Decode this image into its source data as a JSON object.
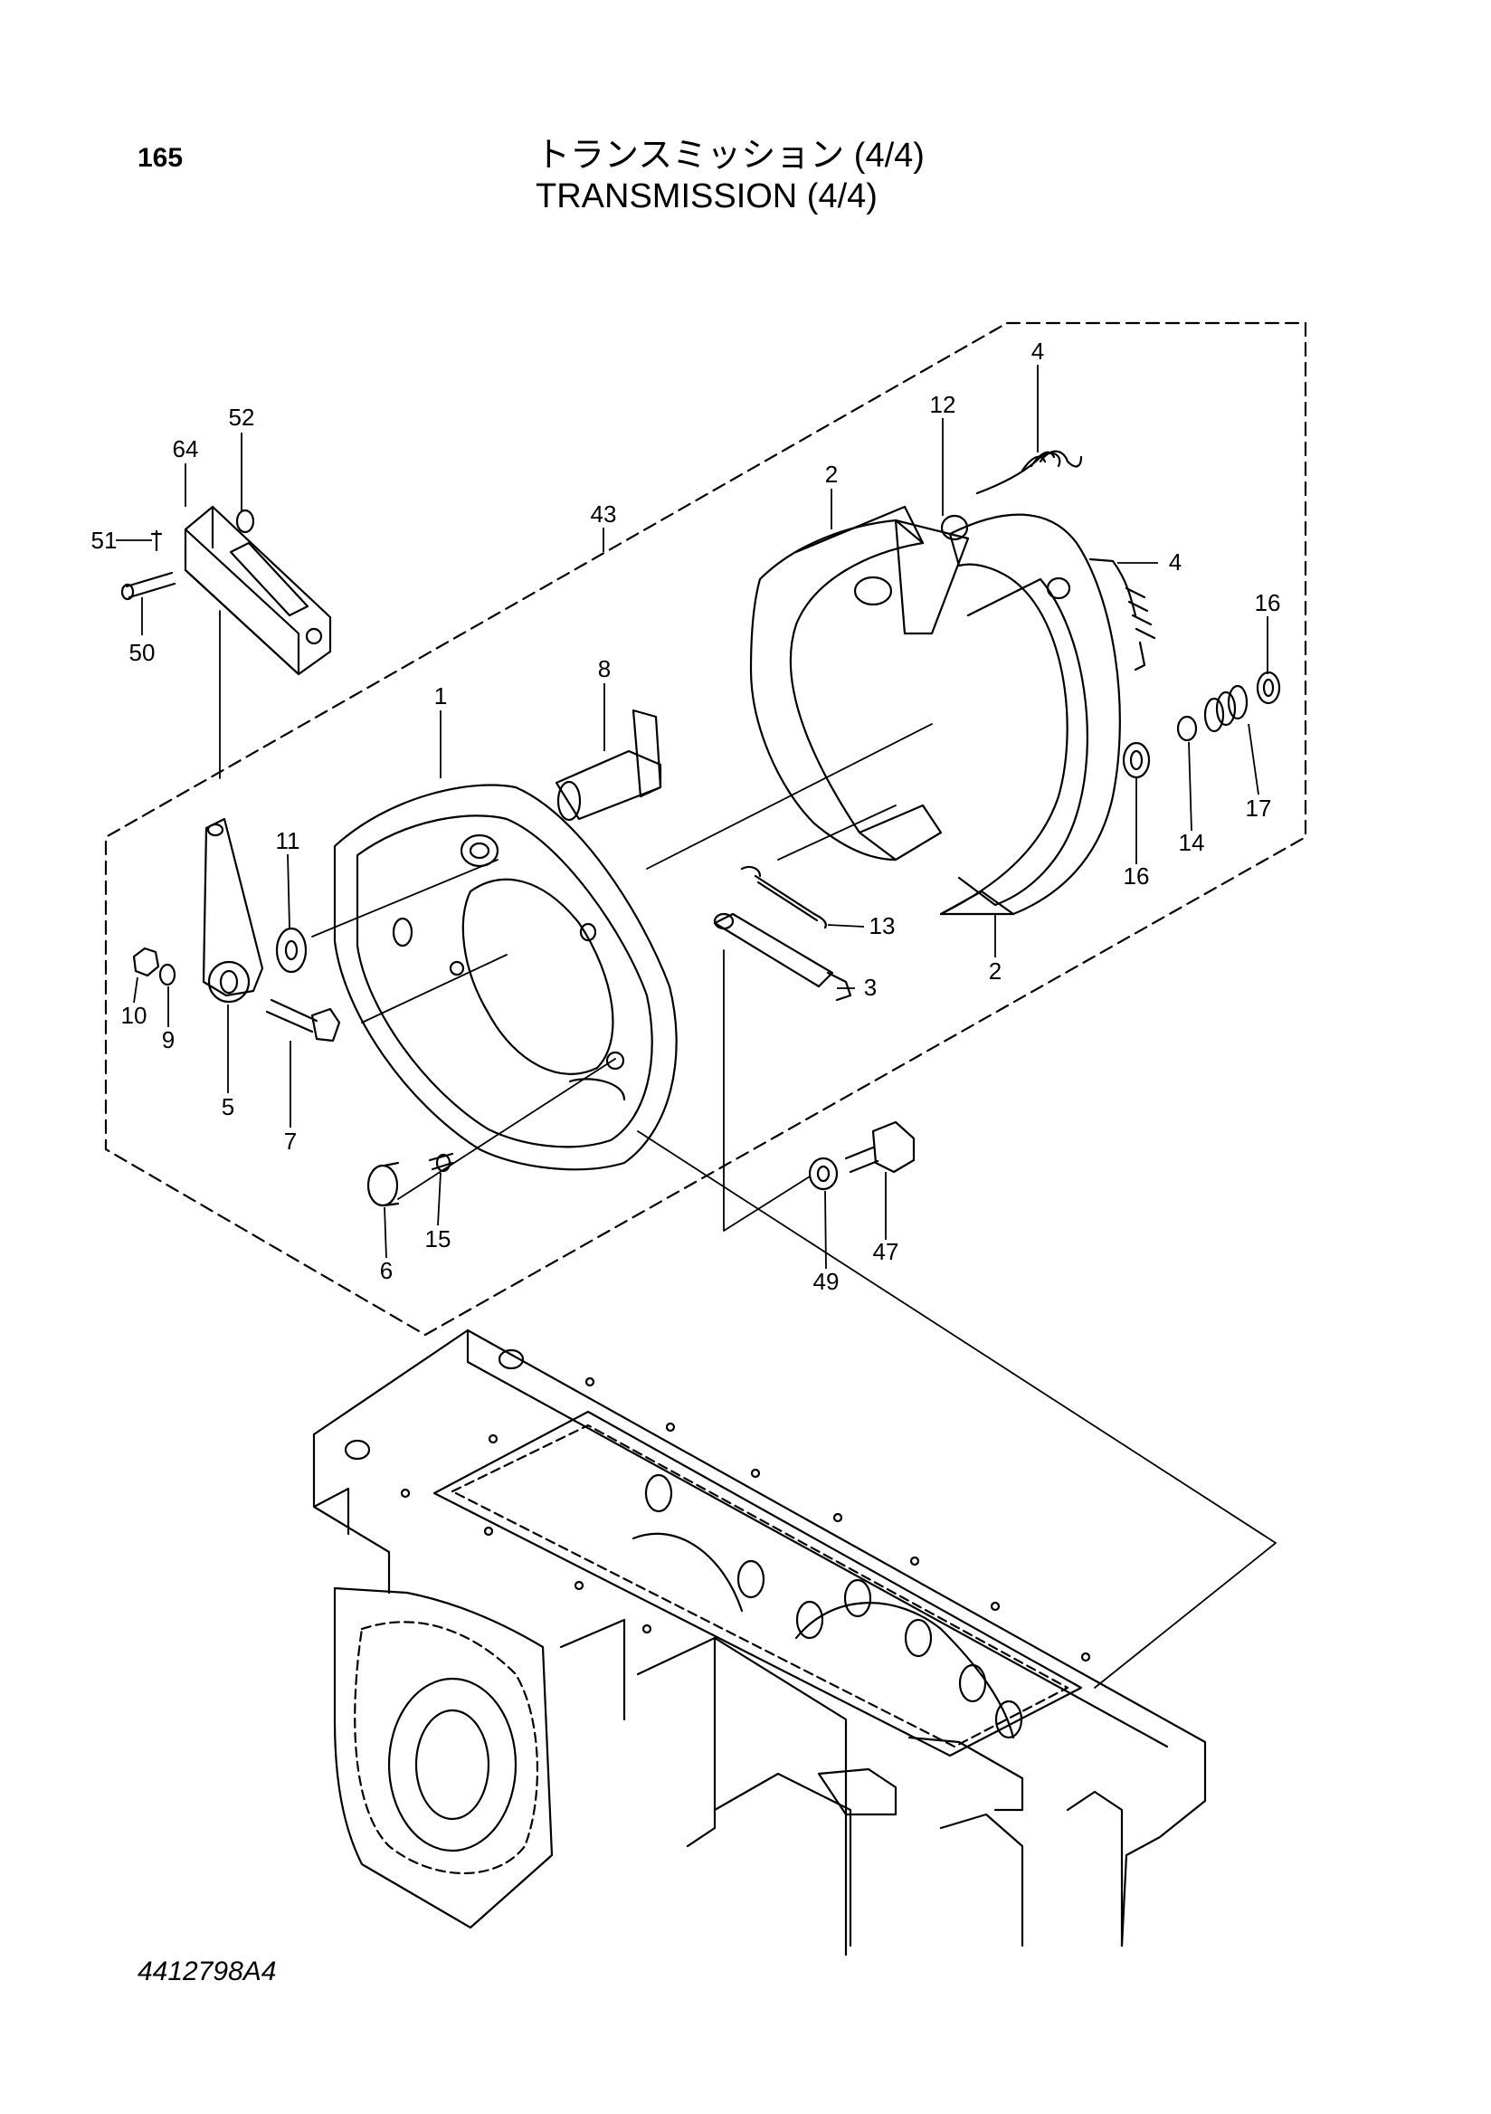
{
  "header": {
    "page_number": "165",
    "title_jp": "トランスミッション (4/4)",
    "title_en": "TRANSMISSION (4/4)"
  },
  "footer": {
    "doc_code": "4412798A4"
  },
  "callouts": [
    "1",
    "2",
    "2",
    "3",
    "4",
    "4",
    "5",
    "6",
    "7",
    "8",
    "9",
    "10",
    "11",
    "12",
    "13",
    "14",
    "15",
    "16",
    "16",
    "17",
    "43",
    "47",
    "49",
    "50",
    "51",
    "52",
    "64"
  ]
}
